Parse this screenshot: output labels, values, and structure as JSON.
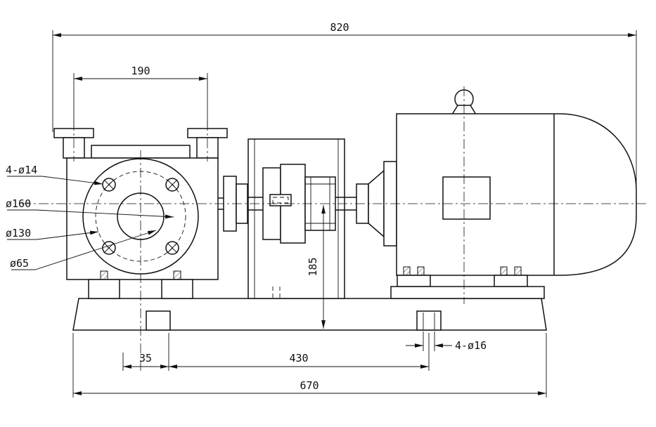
{
  "drawing": {
    "dims": {
      "overall_length": "820",
      "port_spacing": "190",
      "shaft_height": "185",
      "foot_offset": "35",
      "hole_span": "430",
      "base_length": "670"
    },
    "labels": {
      "flange_bolt_holes": "4-ø14",
      "flange_outer_dia": "ø160",
      "bolt_circle_dia": "ø130",
      "port_bore_dia": "ø65",
      "foundation_holes": "4-ø16"
    },
    "colors": {
      "line": "#111111",
      "background": "#ffffff"
    }
  }
}
